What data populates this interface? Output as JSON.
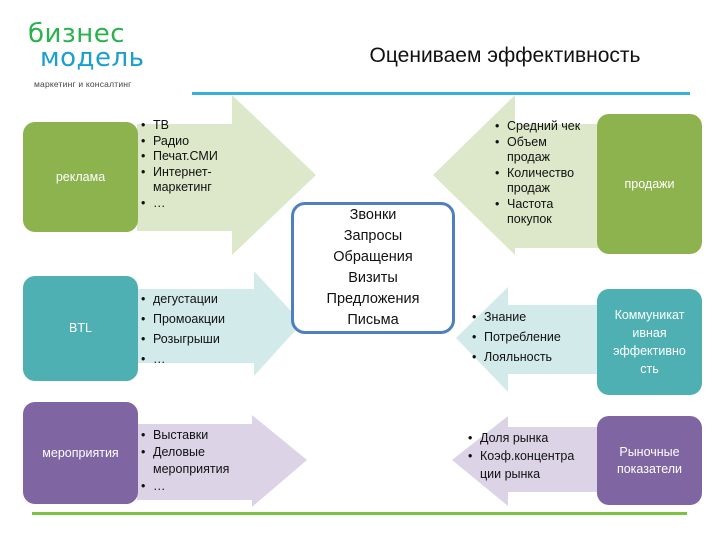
{
  "logo": {
    "line1": "бизнес",
    "line2": "модель",
    "tagline": "маркетинг и консалтинг"
  },
  "title": "Оцениваем эффективность",
  "colors": {
    "green": "#8db34f",
    "teal": "#4eb0b2",
    "purple": "#8065a3",
    "center_border": "#4f7fbe",
    "title_rule": "#3ab0d9",
    "bottom_rule": "#7cc243"
  },
  "left": [
    {
      "label": "реклама",
      "items": [
        "ТВ",
        "Радио",
        "Печат.СМИ",
        "Интернет-\nмаркетинг",
        "…"
      ]
    },
    {
      "label": "BTL",
      "items": [
        "дегустации",
        "Промоакции",
        "Розыгрыши",
        "…"
      ]
    },
    {
      "label": "мероприятия",
      "items": [
        "Выставки",
        "Деловые\nмероприятия",
        "…"
      ]
    }
  ],
  "right": [
    {
      "label": "продажи",
      "items": [
        "Средний чек",
        "Объем\nпродаж",
        "Количество\nпродаж",
        "Частота\nпокупок"
      ]
    },
    {
      "label": "Коммуникат\nивная\nэффективно\nсть",
      "items": [
        "Знание",
        "Потребление",
        "Лояльность"
      ]
    },
    {
      "label": "Рыночные\nпоказатели",
      "items": [
        "Доля рынка",
        "Коэф.концентра\nции рынка"
      ]
    }
  ],
  "center": [
    "Звонки",
    "Запросы",
    "Обращения",
    "Визиты",
    "Предложения",
    "Письма"
  ]
}
